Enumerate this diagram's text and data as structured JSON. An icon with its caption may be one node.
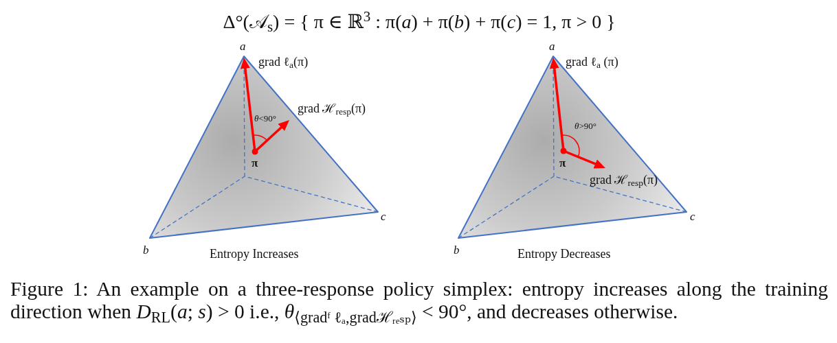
{
  "diagram": {
    "title": "Δ°(𝒜$_{s}$) = { π ∈ ℝ$^{3}$ : π(*a*) + π(*b*) + π(*c*) = 1, π > 0 }",
    "nodes": [
      {
        "text": [
          "grad ℓ$_{a}$(π)",
          "grad ℋ$_{resp}$(π)",
          "*θ*<90°",
          "π"
        ],
        "beside": [
          "a",
          "c",
          "b",
          "Entropy Increases"
        ]
      },
      {
        "text": [
          "grad ℓ$_{a}$ (π)",
          "*θ*>90°",
          "π",
          "grad ℋ$_{resp}$(π)"
        ],
        "beside": [
          "a",
          "c",
          "b",
          "Entropy Decreases"
        ]
      }
    ],
    "caption": "Figure 1: An example on a three-response policy simplex: entropy increases along the training direction when *D*$_{RL}$(*a*; *s*) > 0 i.e., *θ*$_{⟨gradᶠ ℓₐ,gradℋᵣₑₛₚ⟩}$ < 90°, and decreases otherwise."
  }
}
